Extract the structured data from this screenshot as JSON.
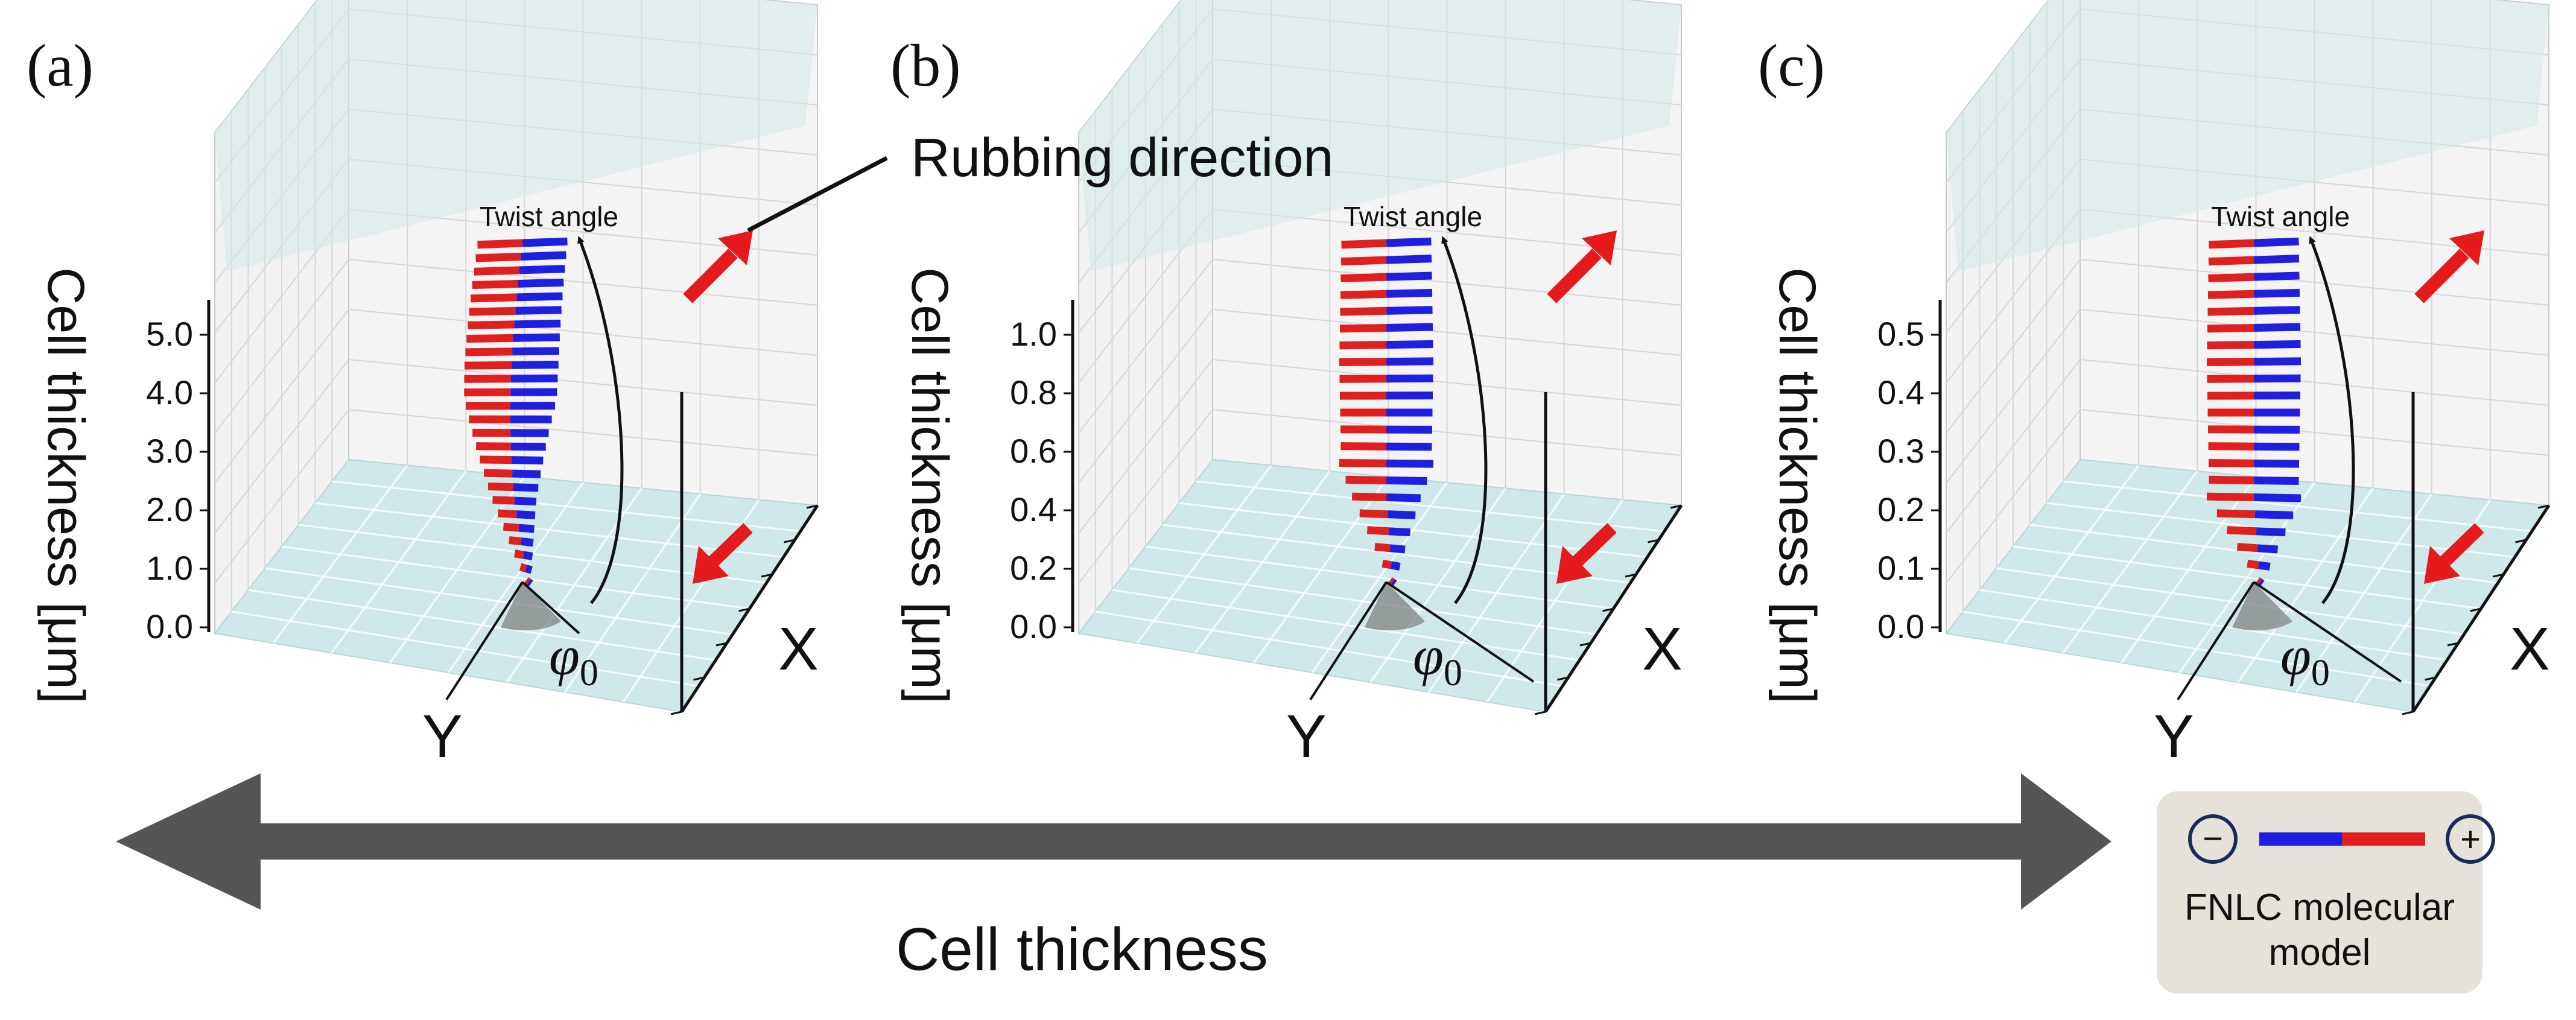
{
  "panels": [
    {
      "letter": "(a)",
      "y_axis_label": "Cell thickness [μm]",
      "y_ticks": [
        "0.0",
        "1.0",
        "2.0",
        "3.0",
        "4.0",
        "5.0"
      ],
      "x_axis_label": "X",
      "depth_axis_label": "Y",
      "twist_label": "Twist angle",
      "angle_label": "φ",
      "angle_subscript": "0"
    },
    {
      "letter": "(b)",
      "y_axis_label": "Cell thickness [μm]",
      "y_ticks": [
        "0.0",
        "0.2",
        "0.4",
        "0.6",
        "0.8",
        "1.0"
      ],
      "x_axis_label": "X",
      "depth_axis_label": "Y",
      "twist_label": "Twist angle",
      "angle_label": "φ",
      "angle_subscript": "0"
    },
    {
      "letter": "(c)",
      "y_axis_label": "Cell thickness [μm]",
      "y_ticks": [
        "0.0",
        "0.1",
        "0.2",
        "0.3",
        "0.4",
        "0.5"
      ],
      "x_axis_label": "X",
      "depth_axis_label": "Y",
      "twist_label": "Twist angle",
      "angle_label": "φ",
      "angle_subscript": "0"
    }
  ],
  "rubbing_label": "Rubbing direction",
  "bottom_arrow_label": "Cell thickness",
  "legend": {
    "minus_symbol": "−",
    "plus_symbol": "+",
    "title_line1": "FNLC molecular",
    "title_line2": "model",
    "negative_color": "#1f1fe0",
    "positive_color": "#e01f1f"
  },
  "colors": {
    "molecule_negative": "#1f1fe0",
    "molecule_positive": "#e01f1f",
    "rubbing_arrow": "#e41a1c",
    "big_arrow": "#555555",
    "plane": "#cfe9ea",
    "legend_bg": "#e6e2d9"
  },
  "icons": {
    "rubbing_arrow": "red-arrow-icon",
    "big_arrow": "double-headed-arrow-icon",
    "twist_arrow": "curved-arrow-icon",
    "angle_wedge": "angle-wedge-icon"
  }
}
